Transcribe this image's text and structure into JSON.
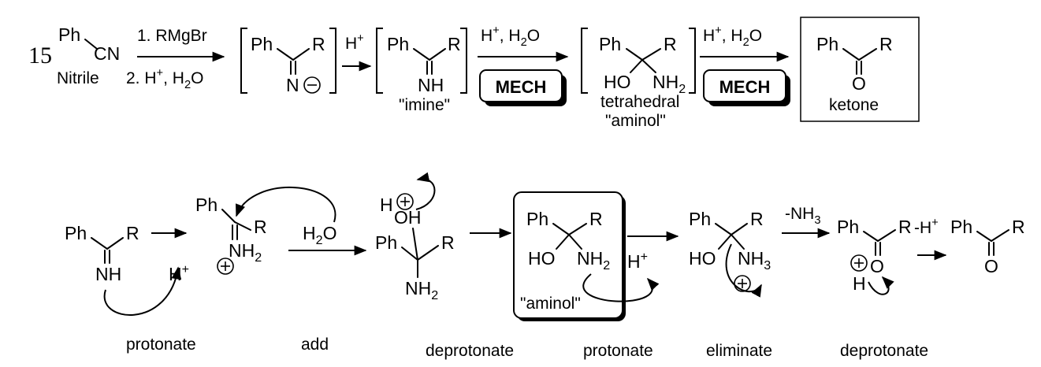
{
  "row1": {
    "number": "15",
    "nitrile": {
      "ph": "Ph",
      "cn": "CN",
      "caption": "Nitrile"
    },
    "reagents": {
      "step1": "1. RMgBr",
      "step2_prefix": "2. H",
      "step2_sup": "+",
      "step2_mid": ", H",
      "step2_sub": "2",
      "step2_end": "O"
    },
    "anion": {
      "ph": "Ph",
      "r": "R",
      "n": "N"
    },
    "hplus_label": {
      "h": "H",
      "sup": "+"
    },
    "imine": {
      "ph": "Ph",
      "r": "R",
      "nh": "NH",
      "caption": "\"imine\""
    },
    "cond1": {
      "h": "H",
      "sup": "+",
      "mid": ", H",
      "sub": "2",
      "o": "O"
    },
    "mech1": "MECH",
    "aminol": {
      "ph": "Ph",
      "r": "R",
      "ho": "HO",
      "nh": "NH",
      "nh_sub": "2",
      "caption1": "tetrahedral",
      "caption2": "\"aminol\""
    },
    "cond2": {
      "h": "H",
      "sup": "+",
      "mid": ", H",
      "sub": "2",
      "o": "O"
    },
    "mech2": "MECH",
    "ketone": {
      "ph": "Ph",
      "r": "R",
      "o": "O",
      "caption": "ketone"
    }
  },
  "row2": {
    "s1": {
      "ph": "Ph",
      "r": "R",
      "nh": "NH",
      "h": "H",
      "hsup": "+"
    },
    "s2": {
      "ph": "Ph",
      "r": "R",
      "nh": "NH",
      "nh_sub": "2",
      "h2o_h": "H",
      "h2o_sub": "2",
      "h2o_o": "O"
    },
    "s3": {
      "h": "H",
      "oh": "OH",
      "ph": "Ph",
      "r": "R",
      "nh": "NH",
      "nh_sub": "2"
    },
    "s4": {
      "ph": "Ph",
      "r": "R",
      "ho": "HO",
      "nh": "NH",
      "nh_sub": "2",
      "caption": "\"aminol\"",
      "h": "H",
      "hsup": "+"
    },
    "s5": {
      "ph": "Ph",
      "r": "R",
      "ho": "HO",
      "nh": "NH",
      "nh_sub": "3",
      "minus": "-NH",
      "minus_sub": "3"
    },
    "s6": {
      "ph": "Ph",
      "r": "R",
      "o": "O",
      "h": "H",
      "minus_h": "-H",
      "minus_sup": "+"
    },
    "s7": {
      "ph": "Ph",
      "r": "R",
      "o": "O"
    },
    "labels": [
      "protonate",
      "add",
      "deprotonate",
      "protonate",
      "eliminate",
      "deprotonate"
    ]
  }
}
